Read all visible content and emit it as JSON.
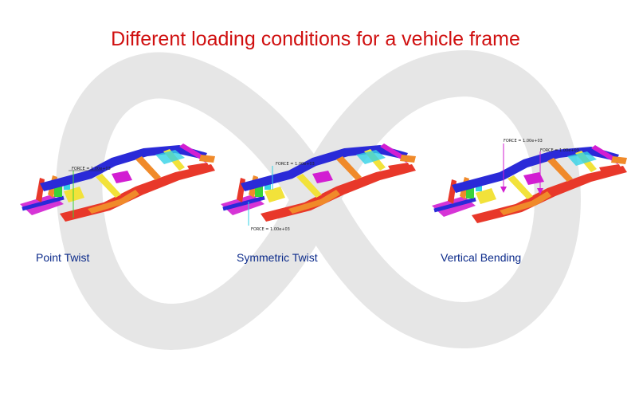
{
  "title": "Different loading conditions for a vehicle frame",
  "colors": {
    "title": "#d01010",
    "caption": "#0b2a8a",
    "infinity_logo": "#e6e6e6",
    "frame_blue": "#2a2ad8",
    "frame_red": "#e8382a",
    "frame_orange": "#f08a2a",
    "frame_magenta": "#d21ed2",
    "frame_yellow": "#f2e23a",
    "frame_cyan": "#32d2e6",
    "frame_green": "#3ad23a"
  },
  "panels": [
    {
      "caption": "Point Twist",
      "forces": [
        "FORCE = 1.00e+03"
      ]
    },
    {
      "caption": "Symmetric Twist",
      "forces": [
        "FORCE = 1.00e+03",
        "FORCE = 1.00e+03"
      ]
    },
    {
      "caption": "Vertical Bending",
      "forces": [
        "FORCE = 1.00e+03",
        "FORCE = 1.00e+03"
      ]
    }
  ]
}
